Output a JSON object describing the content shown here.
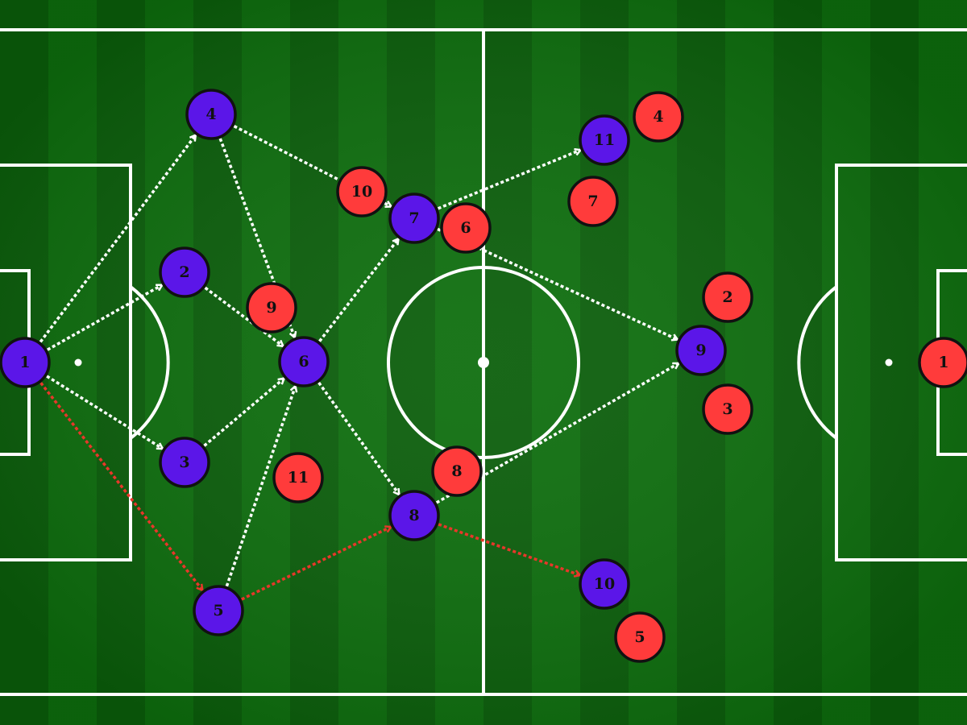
{
  "colors": {
    "stripe_dark": "#0a5e0a",
    "stripe_light": "#0d6e0d",
    "lines": "#ffffff",
    "team_blue": "#5b16e8",
    "team_red": "#ff3b3b",
    "pass_white": "#ffffff",
    "pass_red": "#e8372a",
    "outline": "#111111"
  },
  "team_blue": {
    "players": [
      {
        "id": "b1",
        "label": "1"
      },
      {
        "id": "b2",
        "label": "2"
      },
      {
        "id": "b3",
        "label": "3"
      },
      {
        "id": "b4",
        "label": "4"
      },
      {
        "id": "b5",
        "label": "5"
      },
      {
        "id": "b6",
        "label": "6"
      },
      {
        "id": "b7",
        "label": "7"
      },
      {
        "id": "b8",
        "label": "8"
      },
      {
        "id": "b9",
        "label": "9"
      },
      {
        "id": "b10",
        "label": "10"
      },
      {
        "id": "b11",
        "label": "11"
      }
    ]
  },
  "team_red": {
    "players": [
      {
        "id": "r1",
        "label": "1"
      },
      {
        "id": "r2",
        "label": "2"
      },
      {
        "id": "r3",
        "label": "3"
      },
      {
        "id": "r4",
        "label": "4"
      },
      {
        "id": "r5",
        "label": "5"
      },
      {
        "id": "r6",
        "label": "6"
      },
      {
        "id": "r7",
        "label": "7"
      },
      {
        "id": "r8",
        "label": "8"
      },
      {
        "id": "r9",
        "label": "9"
      },
      {
        "id": "r10",
        "label": "10"
      },
      {
        "id": "r11",
        "label": "11"
      }
    ]
  },
  "passes": [
    {
      "from": "b1",
      "to": "b4",
      "style": "white"
    },
    {
      "from": "b1",
      "to": "b2",
      "style": "white"
    },
    {
      "from": "b1",
      "to": "b3",
      "style": "white"
    },
    {
      "from": "b1",
      "to": "b5",
      "style": "red"
    },
    {
      "from": "b4",
      "to": "b7",
      "style": "white"
    },
    {
      "from": "b4",
      "to": "b6",
      "style": "white"
    },
    {
      "from": "b2",
      "to": "b6",
      "style": "white"
    },
    {
      "from": "b3",
      "to": "b6",
      "style": "white"
    },
    {
      "from": "b5",
      "to": "b6",
      "style": "white"
    },
    {
      "from": "b5",
      "to": "b8",
      "style": "red"
    },
    {
      "from": "b6",
      "to": "b7",
      "style": "white"
    },
    {
      "from": "b6",
      "to": "b8",
      "style": "white"
    },
    {
      "from": "b7",
      "to": "b11",
      "style": "white"
    },
    {
      "from": "b7",
      "to": "b9",
      "style": "white"
    },
    {
      "from": "b8",
      "to": "b9",
      "style": "white"
    },
    {
      "from": "b8",
      "to": "b10",
      "style": "red"
    }
  ]
}
